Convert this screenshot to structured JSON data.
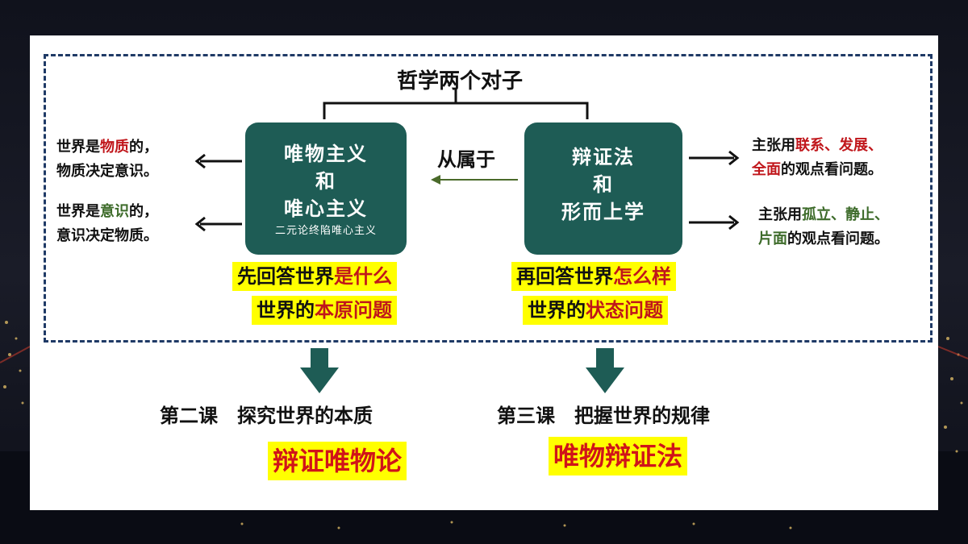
{
  "title": "哲学两个对子",
  "left_box": {
    "line1": "唯物主义",
    "line2": "和",
    "line3": "唯心主义",
    "sub": "二元论终陷唯心主义"
  },
  "right_box": {
    "line1": "辩证法",
    "line2": "和",
    "line3": "形而上学"
  },
  "relation_label": "从属于",
  "left_notes": {
    "note1_a": "世界是",
    "note1_b": "物质",
    "note1_c": "的，",
    "note1_line2": "物质决定意识。",
    "note2_a": "世界是",
    "note2_b": "意识",
    "note2_c": "的，",
    "note2_line2": "意识决定物质。"
  },
  "right_notes": {
    "note1_a": "主张用",
    "note1_b": "联系、发展、",
    "note1_c": "全面",
    "note1_d": "的观点看问题。",
    "note2_a": "主张用",
    "note2_b": "孤立、静止、",
    "note2_c": "片面",
    "note2_d": "的观点看问题。"
  },
  "left_highlights": {
    "h1_a": "先回答世界",
    "h1_b": "是什么",
    "h2_a": "世界的",
    "h2_b": "本原问题"
  },
  "right_highlights": {
    "h1_a": "再回答世界",
    "h1_b": "怎么样",
    "h2_a": "世界的",
    "h2_b": "状态问题"
  },
  "lessons": {
    "left": "第二课　探究世界的本质",
    "right": "第三课　把握世界的规律"
  },
  "conclusions": {
    "left": "辩证唯物论",
    "right": "唯物辩证法"
  },
  "colors": {
    "box": "#1e5c55",
    "highlight": "#ffff00",
    "accent_red": "#c0161b",
    "accent_green": "#3d6b2a",
    "frame": "#1f3a66"
  }
}
